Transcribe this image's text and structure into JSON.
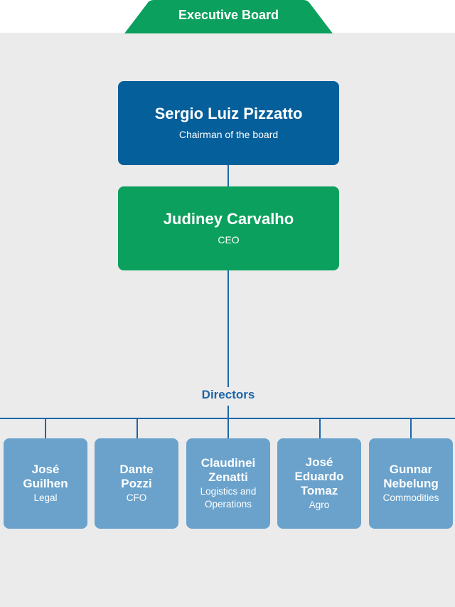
{
  "header": {
    "tab_label": "Executive Board"
  },
  "chairman": {
    "name": "Sergio Luiz Pizzatto",
    "role": "Chairman of the board"
  },
  "ceo": {
    "name": "Judiney Carvalho",
    "role": "CEO"
  },
  "directors_label": "Directors",
  "directors": [
    {
      "name_lines": [
        "José",
        "Guilhen"
      ],
      "role_lines": [
        "Legal"
      ]
    },
    {
      "name_lines": [
        "Dante",
        "Pozzi"
      ],
      "role_lines": [
        "CFO"
      ]
    },
    {
      "name_lines": [
        "Claudinei",
        "Zenatti"
      ],
      "role_lines": [
        "Logistics and",
        "Operations"
      ]
    },
    {
      "name_lines": [
        "José",
        "Eduardo",
        "Tomaz"
      ],
      "role_lines": [
        "Agro"
      ]
    },
    {
      "name_lines": [
        "Gunnar",
        "Nebelung"
      ],
      "role_lines": [
        "Commodities"
      ]
    }
  ],
  "colors": {
    "tab_green": "#0ba05d",
    "chairman_blue": "#045f9b",
    "ceo_green": "#0ba05d",
    "director_blue": "#6aa2cc",
    "connector_blue": "#1d66a8",
    "background": "#ebebeb"
  }
}
